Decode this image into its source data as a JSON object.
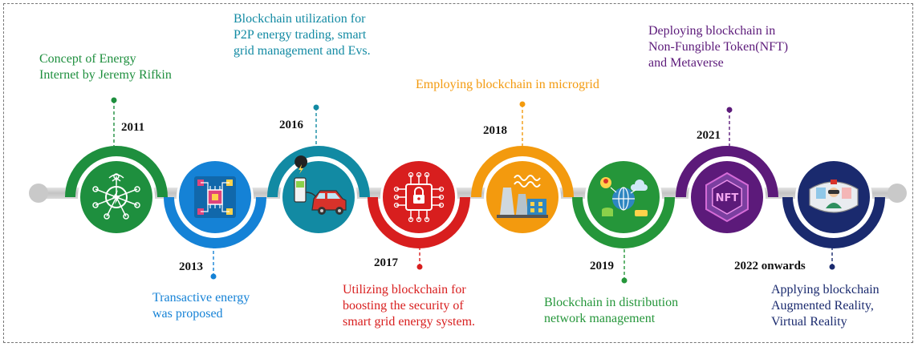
{
  "milestones": [
    {
      "year": "2011",
      "color": "#1e8f3e",
      "text": [
        "Concept of Energy",
        "Internet by Jeremy Rifkin"
      ],
      "icon": "energy-internet-icon"
    },
    {
      "year": "2013",
      "color": "#1582d6",
      "text": [
        "Transactive energy",
        "was proposed"
      ],
      "icon": "circuit-chip-icon"
    },
    {
      "year": "2016",
      "color": "#128aa3",
      "text": [
        "Blockchain utilization for",
        "P2P energy trading, smart",
        "grid management and Evs."
      ],
      "icon": "ev-charging-icon"
    },
    {
      "year": "2017",
      "color": "#d81e1e",
      "text": [
        "Utilizing blockchain for",
        "boosting the security of",
        "smart grid energy system."
      ],
      "icon": "security-lock-icon"
    },
    {
      "year": "2018",
      "color": "#f39a0e",
      "text": [
        "Employing blockchain in microgrid"
      ],
      "icon": "power-plant-icon"
    },
    {
      "year": "2019",
      "color": "#25963a",
      "text": [
        "Blockchain in distribution",
        "network management"
      ],
      "icon": "network-globe-icon"
    },
    {
      "year": "2021",
      "color": "#5c1a7a",
      "text": [
        "Deploying blockchain in",
        "Non-Fungible Token(NFT)",
        "and Metaverse"
      ],
      "icon": "nft-icon",
      "icon_label": "NFT"
    },
    {
      "year": "2022 onwards",
      "color": "#1a2a6e",
      "text": [
        "Applying blockchain",
        "Augmented Reality,",
        "Virtual Reality"
      ],
      "icon": "vr-headset-icon"
    }
  ]
}
